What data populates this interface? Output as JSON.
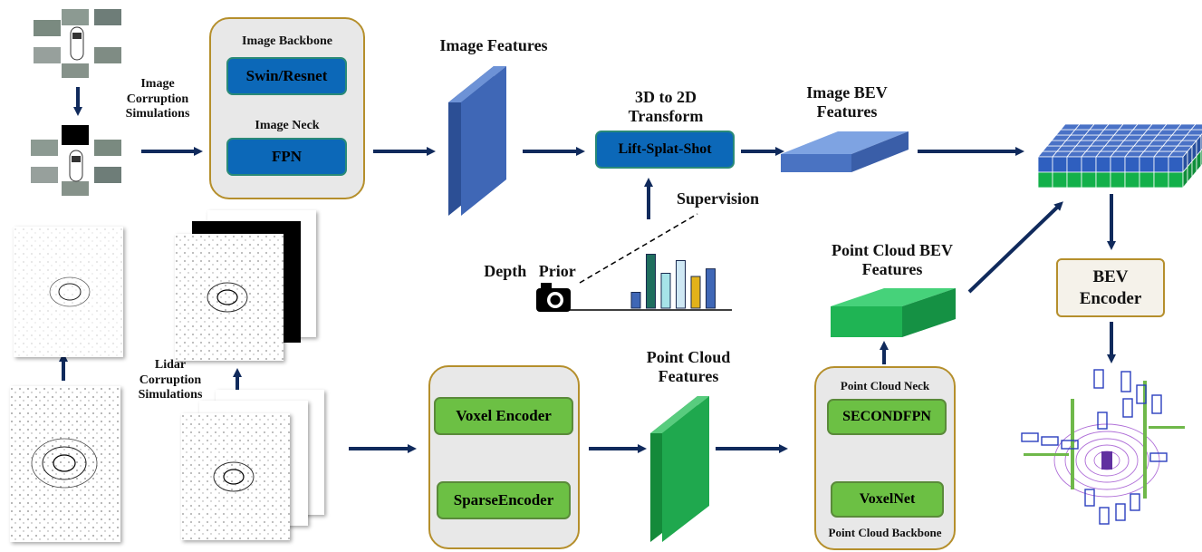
{
  "labels": {
    "image_corruption": "Image\nCorruption\nSimulations",
    "image_backbone_title": "Image Backbone",
    "swin_resnet": "Swin/Resnet",
    "image_neck": "Image Neck",
    "fpn": "FPN",
    "image_features": "Image Features",
    "transform_title": "3D to 2D\nTransform",
    "lift_splat_shot": "Lift-Splat-Shot",
    "image_bev_features": "Image BEV\nFeatures",
    "supervision": "Supervision",
    "depth_prior": "Depth   Prior",
    "point_cloud_bev_features": "Point Cloud BEV\nFeatures",
    "bev_encoder": "BEV\nEncoder",
    "lidar_corruption": "Lidar\nCorruption\nSimulations",
    "voxel_encoder": "Voxel Encoder",
    "sparse_encoder": "SparseEncoder",
    "point_cloud_features": "Point Cloud\nFeatures",
    "point_cloud_neck": "Point Cloud Neck",
    "secondfpn": "SECONDFPN",
    "voxelnet": "VoxelNet",
    "point_cloud_backbone": "Point Cloud Backbone"
  },
  "colors": {
    "arrow": "#102a5c",
    "image_feature_blue": "#3f67b6",
    "point_feature_green": "#1fa84e",
    "panel_border": "#b58f2c"
  },
  "depth_histogram": [
    0.25,
    0.85,
    0.55,
    0.75,
    0.5,
    0.62
  ]
}
